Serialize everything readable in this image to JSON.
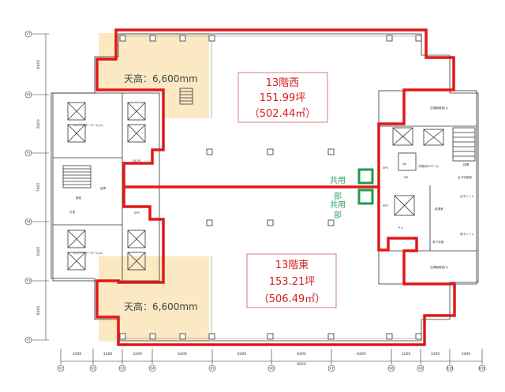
{
  "units": {
    "west": {
      "name": "13階西",
      "tsubo": "151.99坪",
      "sqm": "（502.44㎡）"
    },
    "east": {
      "name": "13階東",
      "tsubo": "153.21坪",
      "sqm": "（506.49㎡）"
    }
  },
  "ceiling": {
    "top": "天高：6,600mm",
    "bottom": "天高：6,600mm"
  },
  "common_area": {
    "label_1a": "共用",
    "label_1b": "部",
    "label_2a": "共用",
    "label_2b": "部"
  },
  "rooms": {
    "ev_hall_1": "エレベーターホール(1)",
    "ev_hall_2": "エレベーターホール(2)",
    "storage": "倉庫",
    "stair_room": "階段",
    "anteroom": "付室",
    "eps_left": "EPS",
    "ds_ps": "DS PS",
    "ac_room_1": "空調機械室(1)",
    "ac_room_2": "空調機械室(2)",
    "emergency_ev_hall": "非常用EVホール",
    "smoke_exhaust": "排煙",
    "da": "DA",
    "ds": "DS",
    "eps_r1": "EPS",
    "eps_r2": "EPS",
    "ps": "P S",
    "womens_powder": "女子化粧室",
    "womens_toilet": "女子トイレ",
    "mens_toilet": "男子トイレ",
    "kitchenette": "給湯室",
    "mens_wash": "男子洗面",
    "ev": "EV"
  },
  "axes": {
    "x": [
      "X1",
      "X2",
      "X3",
      "X4",
      "X5",
      "X6",
      "X7",
      "X8",
      "X9",
      "X10",
      "X11"
    ],
    "x_dims": [
      "3400",
      "3200",
      "3200",
      "6400",
      "6400",
      "6400",
      "6400",
      "3200",
      "3200",
      "3400"
    ],
    "x_total": "6850",
    "y": [
      "Y7",
      "Y6",
      "Y5",
      "Y4",
      "Y3",
      "Y2"
    ],
    "y_dims": [
      "6400",
      "6400",
      "7600",
      "6400",
      "6400"
    ]
  },
  "colors": {
    "outline": "#e01818",
    "ceiling_area": "#fbe9c4",
    "common": "#1a9e4a",
    "label": "#d42020"
  }
}
